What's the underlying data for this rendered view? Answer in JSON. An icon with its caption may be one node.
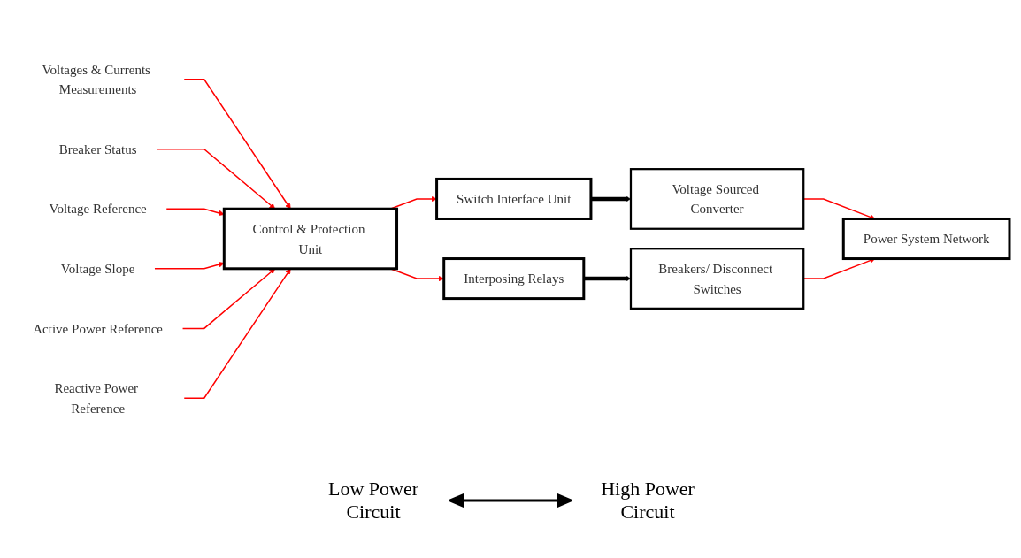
{
  "diagram": {
    "nodes": [
      {
        "text": [
          "Voltages & Currents Measurements"
        ]
      },
      {
        "text": [
          "Breaker Status"
        ]
      },
      {
        "text": [
          "Voltage Reference"
        ]
      },
      {
        "text": [
          "Voltage Slope"
        ]
      },
      {
        "text": [
          "Active Power Reference"
        ]
      },
      {
        "text": [
          "Reactive Power Reference"
        ]
      },
      {
        "text": [
          "Control & Protection Unit"
        ]
      },
      {
        "text": [
          "Switch Interface Unit"
        ]
      },
      {
        "text": [
          "Interposing Relays"
        ]
      },
      {
        "text": [
          "Voltage Sourced Converter"
        ]
      },
      {
        "text": [
          "Breakers/ Disconnect Switches"
        ]
      },
      {
        "text": [
          "Power System Network"
        ]
      }
    ],
    "edges": [
      {
        "from": 0,
        "to": 6,
        "arrow": "to"
      },
      {
        "from": 1,
        "to": 6,
        "arrow": "to"
      },
      {
        "from": 2,
        "to": 6,
        "arrow": "to"
      },
      {
        "from": 3,
        "to": 6,
        "arrow": "to"
      },
      {
        "from": 4,
        "to": 6,
        "arrow": "to"
      },
      {
        "from": 5,
        "to": 6,
        "arrow": "to"
      },
      {
        "from": 6,
        "to": 7,
        "arrow": "to"
      },
      {
        "from": 6,
        "to": 8,
        "arrow": "to"
      },
      {
        "from": 7,
        "to": 9,
        "arrow": "to",
        "style": "thick",
        "color": "#000000"
      },
      {
        "from": 8,
        "to": 10,
        "arrow": "to",
        "style": "thick",
        "color": "#000000"
      },
      {
        "from": 9,
        "to": 11,
        "arrow": "to"
      },
      {
        "from": 10,
        "to": 11,
        "arrow": "to"
      }
    ],
    "labels": [
      "Low Power Circuit",
      "High Power Circuit"
    ]
  }
}
